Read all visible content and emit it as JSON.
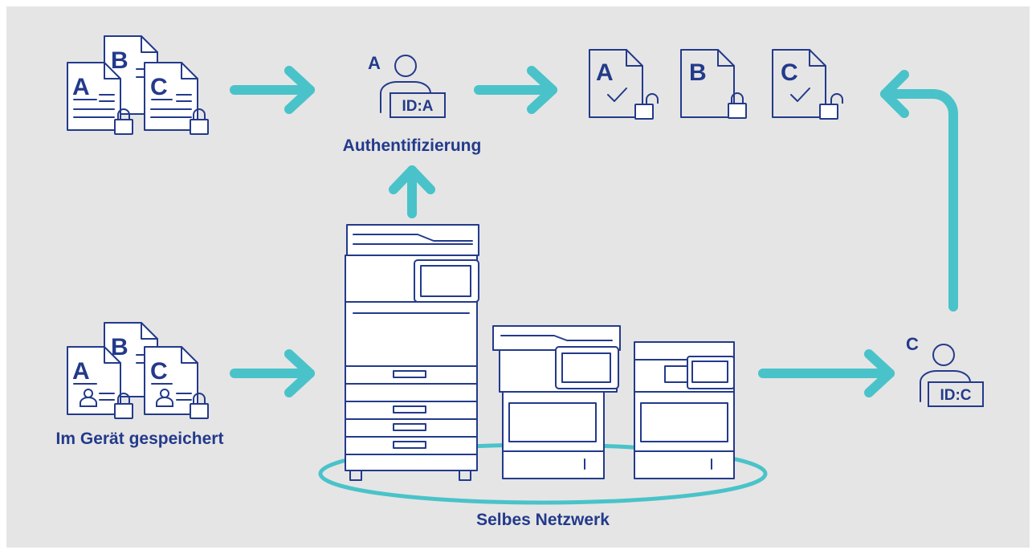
{
  "colors": {
    "background": "#e5e5e5",
    "ink": "#233a8b",
    "arrow": "#49c3c9"
  },
  "labels": {
    "authentication": "Authentifizierung",
    "stored_in_device": "Im Gerät gespeichert",
    "same_network": "Selbes Netzwerk"
  },
  "top_left_docs": {
    "letters": [
      "A",
      "B",
      "C"
    ]
  },
  "bottom_left_docs": {
    "letters": [
      "A",
      "B",
      "C"
    ]
  },
  "user_a": {
    "letter": "A",
    "id_card": "ID:A"
  },
  "user_c": {
    "letter": "C",
    "id_card": "ID:C"
  },
  "result_docs": [
    {
      "letter": "A",
      "state": "unlocked"
    },
    {
      "letter": "B",
      "state": "locked"
    },
    {
      "letter": "C",
      "state": "unlocked"
    }
  ]
}
